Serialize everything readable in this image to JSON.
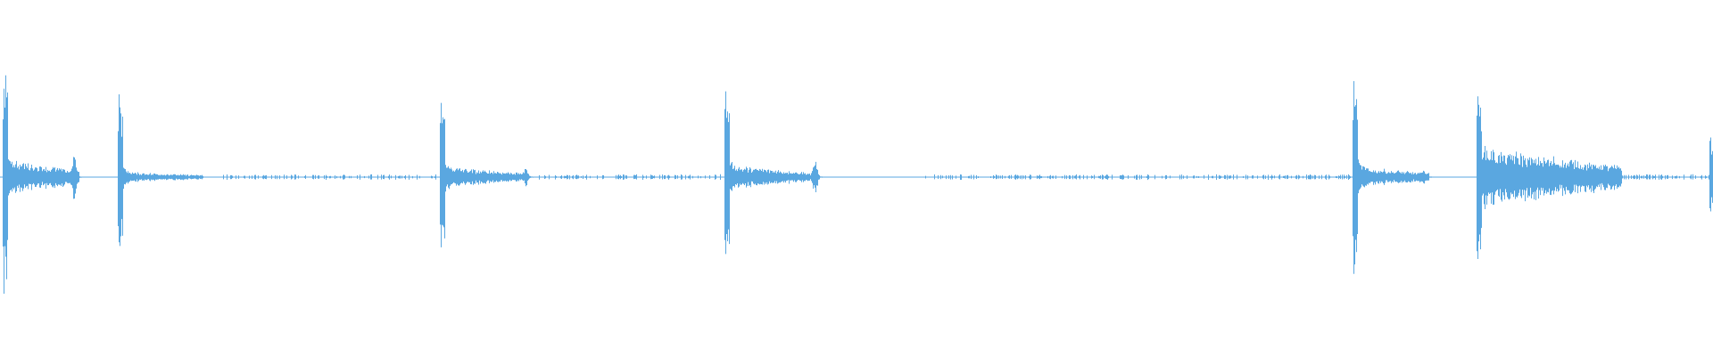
{
  "waveform": {
    "color": "#5aa7e0",
    "baseline_amplitude": 0.012,
    "sparse_noise_segments": [
      {
        "from": 0.13,
        "to": 0.255
      },
      {
        "from": 0.31,
        "to": 0.422
      },
      {
        "from": 0.54,
        "to": 0.79
      },
      {
        "from": 0.86,
        "to": 0.998
      }
    ],
    "bursts": [
      {
        "position": 0.002,
        "peak_amplitude": 0.72,
        "tail_length": 0.045,
        "tail_amplitude": 0.1,
        "secondary_bump": {
          "offset": 0.042,
          "amplitude": 0.16
        }
      },
      {
        "position": 0.069,
        "peak_amplitude": 0.52,
        "tail_length": 0.05,
        "tail_amplitude": 0.03
      },
      {
        "position": 0.257,
        "peak_amplitude": 0.52,
        "tail_length": 0.05,
        "tail_amplitude": 0.06,
        "secondary_bump": {
          "offset": 0.05,
          "amplitude": 0.06
        }
      },
      {
        "position": 0.423,
        "peak_amplitude": 0.56,
        "tail_length": 0.05,
        "tail_amplitude": 0.07,
        "secondary_bump": {
          "offset": 0.053,
          "amplitude": 0.11
        }
      },
      {
        "position": 0.79,
        "peak_amplitude": 0.66,
        "tail_length": 0.045,
        "tail_amplitude": 0.06,
        "secondary_bump": {
          "offset": 0.042,
          "amplitude": 0.05
        }
      },
      {
        "position": 0.862,
        "peak_amplitude": 0.56,
        "tail_length": 0.085,
        "tail_amplitude": 0.17,
        "secondary_bump": {
          "offset": 0.065,
          "amplitude": 0.05
        }
      },
      {
        "position": 0.998,
        "peak_amplitude": 0.28,
        "tail_length": 0.002,
        "tail_amplitude": 0.05
      }
    ]
  }
}
